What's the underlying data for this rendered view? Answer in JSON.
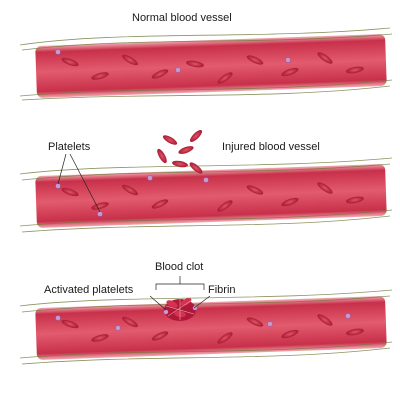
{
  "diagram": {
    "panels": [
      {
        "title": "Normal blood vessel"
      },
      {
        "title": "Injured blood vessel"
      },
      {
        "title": ""
      }
    ],
    "labels": {
      "platelets": "Platelets",
      "blood_clot": "Blood clot",
      "activated_platelets": "Activated platelets",
      "fibrin": "Fibrin"
    },
    "colors": {
      "vessel_wall": "#c8304a",
      "vessel_lumen": "#e0566a",
      "red_cell": "#b01e35",
      "platelet": "#c79ad6",
      "fibrin": "#6f7a3a",
      "clot": "#b0183a"
    }
  }
}
